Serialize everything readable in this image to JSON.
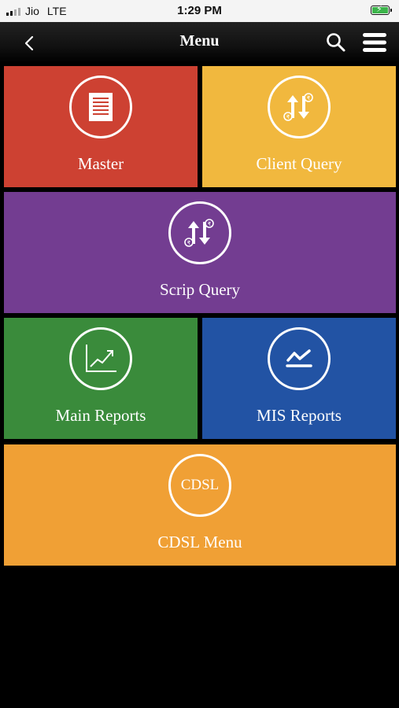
{
  "status": {
    "carrier": "Jio",
    "network": "LTE",
    "time": "1:29 PM"
  },
  "nav": {
    "title": "Menu"
  },
  "tiles": [
    {
      "label": "Master",
      "icon": "document-icon",
      "color": "#cd4132"
    },
    {
      "label": "Client Query",
      "icon": "exchange-icon",
      "color": "#f1b83e"
    },
    {
      "label": "Scrip Query",
      "icon": "exchange-icon",
      "color": "#733d91"
    },
    {
      "label": "Main Reports",
      "icon": "chart-icon",
      "color": "#3a8b3b"
    },
    {
      "label": "MIS Reports",
      "icon": "trend-icon",
      "color": "#2253a4"
    },
    {
      "label": "CDSL Menu",
      "icon": "cdsl-icon",
      "icon_text": "CDSL",
      "color": "#f0a035"
    }
  ]
}
